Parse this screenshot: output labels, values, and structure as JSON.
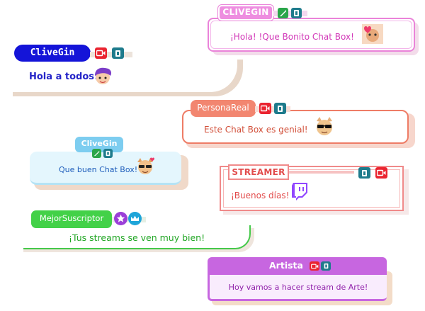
{
  "messages": [
    {
      "username": "CLIVEGIN",
      "text": "¡Hola! !Que Bonito Chat Box!",
      "badges": [
        "sword-icon",
        "subscriber-icon"
      ],
      "emote": "cat-heart-emote",
      "theme": "pink-outline",
      "colors": {
        "name_bg": "#ee8ee0",
        "border": "#ea83d9",
        "text": "#d238b8"
      }
    },
    {
      "username": "CliveGin",
      "text": "Hola a todos!",
      "badges": [
        "camera-icon",
        "subscriber-icon"
      ],
      "emote": "purple-hair-emote",
      "theme": "blue-pill",
      "colors": {
        "name_bg": "#1414d8",
        "shadow": "#e8d7c9",
        "text": "#2424c8"
      }
    },
    {
      "username": "PersonaReal",
      "text": "Este Chat Box es genial!",
      "badges": [
        "camera-icon",
        "subscriber-icon"
      ],
      "emote": "cool-cat-emote",
      "theme": "salmon",
      "colors": {
        "name_bg": "#f28670",
        "border": "#ee7c66",
        "text": "#d2503a"
      }
    },
    {
      "username": "CliveGin",
      "text": "Que buen Chat Box!",
      "badges": [
        "sword-icon",
        "subscriber-icon"
      ],
      "emote": "sunglasses-dog-emote",
      "theme": "light-blue",
      "colors": {
        "name_bg": "#7dcdf0",
        "bubble": "#e4f6fd",
        "text": "#1e5dbb"
      }
    },
    {
      "username": "STREAMER",
      "text": "¡Buenos días!",
      "badges": [
        "subscriber-icon",
        "camera-icon"
      ],
      "emote": "twitch-logo",
      "theme": "red-frame",
      "colors": {
        "accent": "#f08a8a",
        "text": "#e24c4c"
      }
    },
    {
      "username": "MejorSuscriptor",
      "text": "¡Tus streams se ven muy bien!",
      "badges": [
        "star-icon",
        "crown-icon"
      ],
      "theme": "green",
      "colors": {
        "name_bg": "#43d148",
        "border": "#45c94a",
        "text": "#21a624"
      }
    },
    {
      "username": "Artista",
      "text": "Hoy vamos a hacer stream de Arte!",
      "badges": [
        "camera-icon",
        "subscriber-icon"
      ],
      "theme": "purple",
      "colors": {
        "name_bg": "#c766e0",
        "bubble": "#f9ecfd",
        "text": "#8f1faa"
      }
    }
  ]
}
